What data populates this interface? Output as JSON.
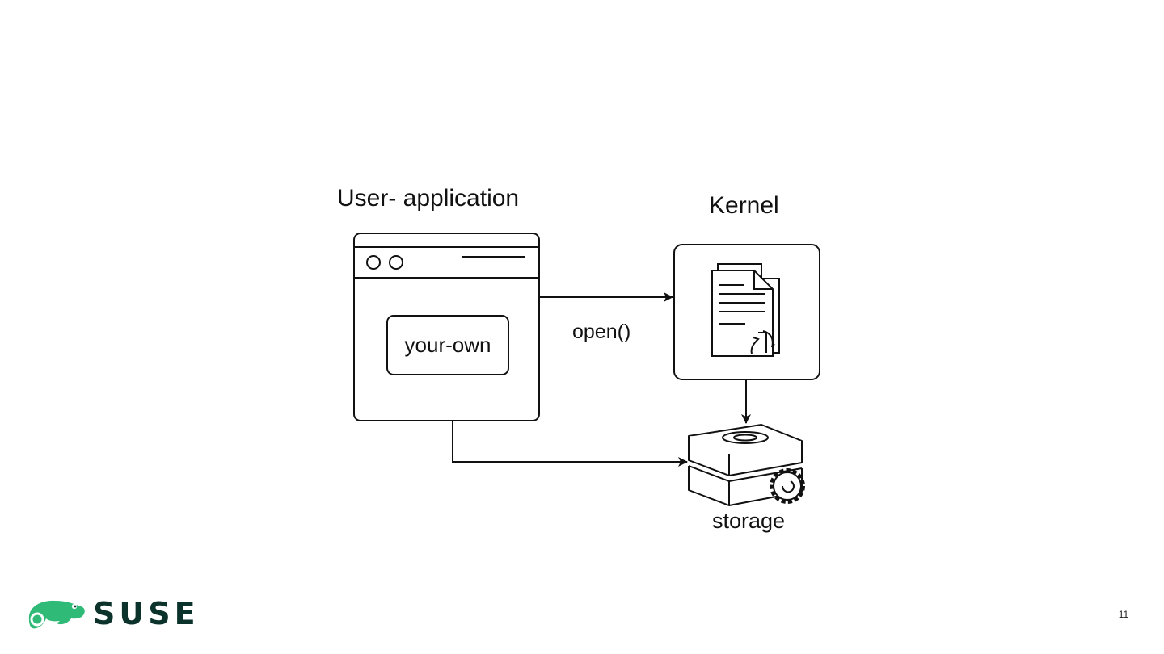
{
  "slide": {
    "page_number": "11"
  },
  "diagram": {
    "user_application_title": "User- application",
    "kernel_title": "Kernel",
    "app_inner_label": "your-own",
    "call_label": "open()",
    "storage_label": "storage"
  },
  "logo": {
    "wordmark": "SUSE",
    "icon": "chameleon-icon",
    "color": "#30ba78"
  },
  "colors": {
    "line": "#111111",
    "brand_green": "#30ba78",
    "brand_dark": "#0c322c",
    "background": "#ffffff"
  }
}
